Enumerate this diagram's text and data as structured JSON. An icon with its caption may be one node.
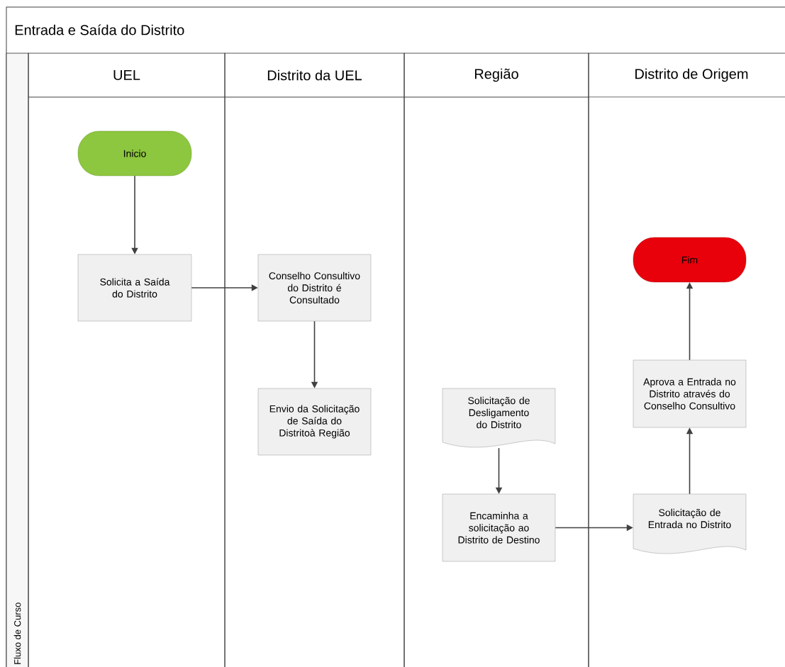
{
  "diagram": {
    "nodes": [
      {
        "text": [
          "Entrada e Saída do Distrito"
        ]
      },
      {
        "text": [
          "Fluxo de Curso"
        ],
        "in": 0
      },
      {
        "text": [
          "UEL"
        ],
        "in": 0
      },
      {
        "text": [
          "Distrito da UEL"
        ],
        "in": 0
      },
      {
        "text": [
          "Região"
        ],
        "in": 0
      },
      {
        "text": [
          "Distrito de Origem"
        ],
        "in": 0
      },
      {
        "text": [
          "Inicio"
        ],
        "in": 2
      },
      {
        "text": [
          "Solicita a Saída do Distrito"
        ],
        "in": 2
      },
      {
        "text": [
          "Conselho Consultivo do Distrito é Consultado"
        ],
        "in": 3
      },
      {
        "text": [
          "Envio da Solicitação de Saída do Distritoà Região"
        ],
        "in": 3
      },
      {
        "text": [
          "Solicitação de Desligamento do Distrito"
        ],
        "in": 4
      },
      {
        "text": [
          "Encaminha a solicitação ao Distrito de Destino"
        ],
        "in": 4
      },
      {
        "text": [
          "Solicitação de Entrada no Distrito"
        ],
        "in": 5
      },
      {
        "text": [
          "Aprova a Entrada no Distrito através do Conselho Consultivo"
        ],
        "in": 5
      },
      {
        "text": [
          "Fim"
        ],
        "in": 5
      }
    ],
    "edges": [
      {
        "from": 6,
        "to": 7,
        "arrow": "to"
      },
      {
        "from": 7,
        "to": 8,
        "arrow": "to"
      },
      {
        "from": 8,
        "to": 9,
        "arrow": "to"
      },
      {
        "from": 10,
        "to": 11,
        "arrow": "to"
      },
      {
        "from": 11,
        "to": 12,
        "arrow": "to"
      },
      {
        "from": 12,
        "to": 13,
        "arrow": "to"
      },
      {
        "from": 13,
        "to": 14,
        "arrow": "to"
      }
    ]
  }
}
